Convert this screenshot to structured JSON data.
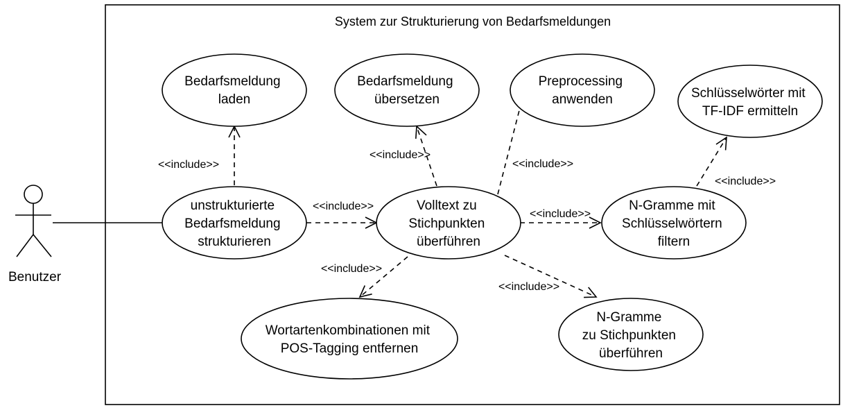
{
  "system": {
    "title": "System zur Strukturierung von Bedarfsmeldungen"
  },
  "actor": {
    "name": "Benutzer"
  },
  "use_cases": {
    "laden": [
      "Bedarfsmeldung",
      "laden"
    ],
    "uebersetzen": [
      "Bedarfsmeldung",
      "übersetzen"
    ],
    "preprocessing": [
      "Preprocessing",
      "anwenden"
    ],
    "tfidf": [
      "Schlüsselwörter mit",
      "TF-IDF ermitteln"
    ],
    "strukturieren": [
      "unstrukturierte",
      "Bedarfsmeldung",
      "strukturieren"
    ],
    "volltext": [
      "Volltext zu",
      "Stichpunkten",
      "überführen"
    ],
    "ngramme_filtern": [
      "N-Gramme mit",
      "Schlüsselwörtern",
      "filtern"
    ],
    "wortarten": [
      "Wortartenkombinationen mit",
      "POS-Tagging entfernen"
    ],
    "ngramme_stichpunkte": [
      "N-Gramme",
      "zu Stichpunkten",
      "überführen"
    ]
  },
  "relations": {
    "include_label": "<<include>>"
  }
}
